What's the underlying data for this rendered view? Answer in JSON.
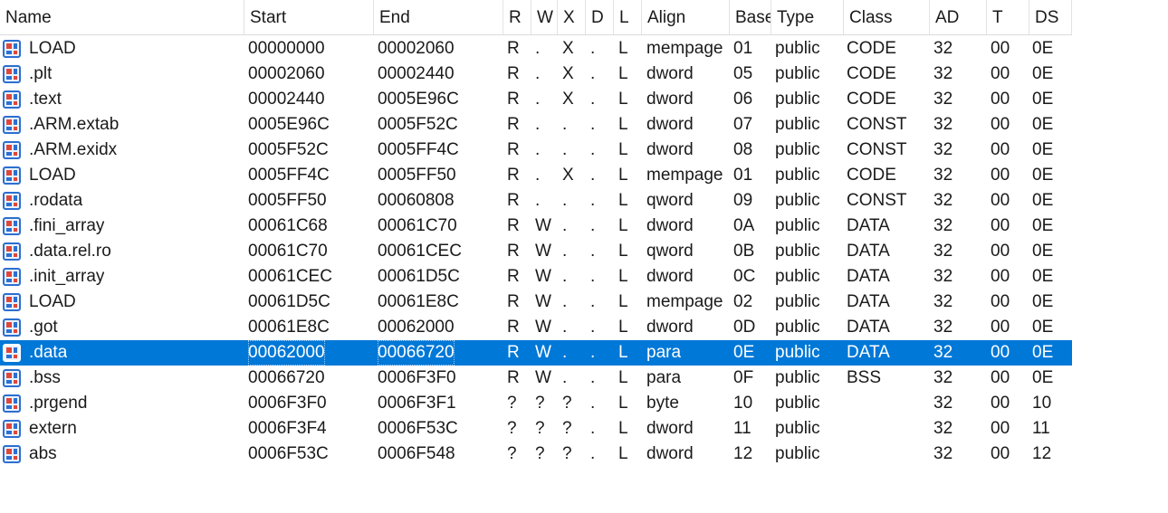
{
  "columns": [
    "Name",
    "Start",
    "End",
    "R",
    "W",
    "X",
    "D",
    "L",
    "Align",
    "Base",
    "Type",
    "Class",
    "AD",
    "T",
    "DS"
  ],
  "selected_index": 12,
  "colors": {
    "selection": "#0078d7",
    "selection_text": "#ffffff",
    "icon_border": "#2c6fd1",
    "icon_red": "#e0463a"
  },
  "rows": [
    {
      "icon": "segment-icon",
      "name": "LOAD",
      "start": "00000000",
      "end": "00002060",
      "r": "R",
      "w": ".",
      "x": "X",
      "d": ".",
      "l": "L",
      "align": "mempage",
      "base": "01",
      "type": "public",
      "class": "CODE",
      "ad": "32",
      "t": "00",
      "ds": "0E"
    },
    {
      "icon": "segment-icon",
      "name": ".plt",
      "start": "00002060",
      "end": "00002440",
      "r": "R",
      "w": ".",
      "x": "X",
      "d": ".",
      "l": "L",
      "align": "dword",
      "base": "05",
      "type": "public",
      "class": "CODE",
      "ad": "32",
      "t": "00",
      "ds": "0E"
    },
    {
      "icon": "segment-icon",
      "name": ".text",
      "start": "00002440",
      "end": "0005E96C",
      "r": "R",
      "w": ".",
      "x": "X",
      "d": ".",
      "l": "L",
      "align": "dword",
      "base": "06",
      "type": "public",
      "class": "CODE",
      "ad": "32",
      "t": "00",
      "ds": "0E"
    },
    {
      "icon": "segment-icon",
      "name": ".ARM.extab",
      "start": "0005E96C",
      "end": "0005F52C",
      "r": "R",
      "w": ".",
      "x": ".",
      "d": ".",
      "l": "L",
      "align": "dword",
      "base": "07",
      "type": "public",
      "class": "CONST",
      "ad": "32",
      "t": "00",
      "ds": "0E"
    },
    {
      "icon": "segment-icon",
      "name": ".ARM.exidx",
      "start": "0005F52C",
      "end": "0005FF4C",
      "r": "R",
      "w": ".",
      "x": ".",
      "d": ".",
      "l": "L",
      "align": "dword",
      "base": "08",
      "type": "public",
      "class": "CONST",
      "ad": "32",
      "t": "00",
      "ds": "0E"
    },
    {
      "icon": "segment-icon",
      "name": "LOAD",
      "start": "0005FF4C",
      "end": "0005FF50",
      "r": "R",
      "w": ".",
      "x": "X",
      "d": ".",
      "l": "L",
      "align": "mempage",
      "base": "01",
      "type": "public",
      "class": "CODE",
      "ad": "32",
      "t": "00",
      "ds": "0E"
    },
    {
      "icon": "segment-icon",
      "name": ".rodata",
      "start": "0005FF50",
      "end": "00060808",
      "r": "R",
      "w": ".",
      "x": ".",
      "d": ".",
      "l": "L",
      "align": "qword",
      "base": "09",
      "type": "public",
      "class": "CONST",
      "ad": "32",
      "t": "00",
      "ds": "0E"
    },
    {
      "icon": "segment-icon",
      "name": ".fini_array",
      "start": "00061C68",
      "end": "00061C70",
      "r": "R",
      "w": "W",
      "x": ".",
      "d": ".",
      "l": "L",
      "align": "dword",
      "base": "0A",
      "type": "public",
      "class": "DATA",
      "ad": "32",
      "t": "00",
      "ds": "0E"
    },
    {
      "icon": "segment-icon",
      "name": ".data.rel.ro",
      "start": "00061C70",
      "end": "00061CEC",
      "r": "R",
      "w": "W",
      "x": ".",
      "d": ".",
      "l": "L",
      "align": "qword",
      "base": "0B",
      "type": "public",
      "class": "DATA",
      "ad": "32",
      "t": "00",
      "ds": "0E"
    },
    {
      "icon": "segment-icon",
      "name": ".init_array",
      "start": "00061CEC",
      "end": "00061D5C",
      "r": "R",
      "w": "W",
      "x": ".",
      "d": ".",
      "l": "L",
      "align": "dword",
      "base": "0C",
      "type": "public",
      "class": "DATA",
      "ad": "32",
      "t": "00",
      "ds": "0E"
    },
    {
      "icon": "segment-icon",
      "name": "LOAD",
      "start": "00061D5C",
      "end": "00061E8C",
      "r": "R",
      "w": "W",
      "x": ".",
      "d": ".",
      "l": "L",
      "align": "mempage",
      "base": "02",
      "type": "public",
      "class": "DATA",
      "ad": "32",
      "t": "00",
      "ds": "0E"
    },
    {
      "icon": "segment-icon",
      "name": ".got",
      "start": "00061E8C",
      "end": "00062000",
      "r": "R",
      "w": "W",
      "x": ".",
      "d": ".",
      "l": "L",
      "align": "dword",
      "base": "0D",
      "type": "public",
      "class": "DATA",
      "ad": "32",
      "t": "00",
      "ds": "0E"
    },
    {
      "icon": "segment-icon",
      "name": ".data",
      "start": "00062000",
      "end": "00066720",
      "r": "R",
      "w": "W",
      "x": ".",
      "d": ".",
      "l": "L",
      "align": "para",
      "base": "0E",
      "type": "public",
      "class": "DATA",
      "ad": "32",
      "t": "00",
      "ds": "0E"
    },
    {
      "icon": "segment-icon",
      "name": ".bss",
      "start": "00066720",
      "end": "0006F3F0",
      "r": "R",
      "w": "W",
      "x": ".",
      "d": ".",
      "l": "L",
      "align": "para",
      "base": "0F",
      "type": "public",
      "class": "BSS",
      "ad": "32",
      "t": "00",
      "ds": "0E"
    },
    {
      "icon": "segment-icon",
      "name": ".prgend",
      "start": "0006F3F0",
      "end": "0006F3F1",
      "r": "?",
      "w": "?",
      "x": "?",
      "d": ".",
      "l": "L",
      "align": "byte",
      "base": "10",
      "type": "public",
      "class": "",
      "ad": "32",
      "t": "00",
      "ds": "10"
    },
    {
      "icon": "segment-icon",
      "name": "extern",
      "start": "0006F3F4",
      "end": "0006F53C",
      "r": "?",
      "w": "?",
      "x": "?",
      "d": ".",
      "l": "L",
      "align": "dword",
      "base": "11",
      "type": "public",
      "class": "",
      "ad": "32",
      "t": "00",
      "ds": "11"
    },
    {
      "icon": "segment-icon",
      "name": "abs",
      "start": "0006F53C",
      "end": "0006F548",
      "r": "?",
      "w": "?",
      "x": "?",
      "d": ".",
      "l": "L",
      "align": "dword",
      "base": "12",
      "type": "public",
      "class": "",
      "ad": "32",
      "t": "00",
      "ds": "12"
    }
  ]
}
